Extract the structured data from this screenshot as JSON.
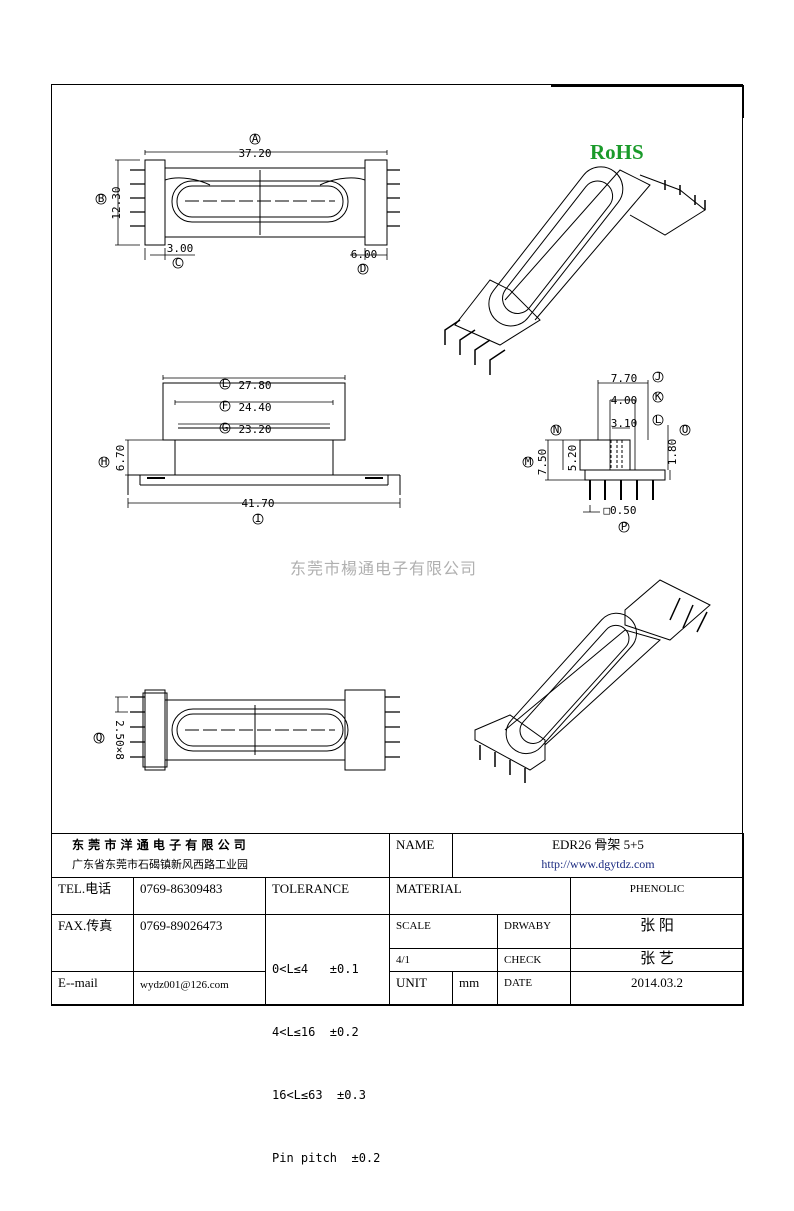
{
  "logo": "RoHS",
  "watermark": "东莞市楊通电子有限公司",
  "dimensions": {
    "A": "37.20",
    "B": "12.30",
    "C": "3.00",
    "D": "6.00",
    "E": "27.80",
    "F": "24.40",
    "G": "23.20",
    "H": "6.70",
    "I": "41.70",
    "J": "7.70",
    "K": "4.00",
    "L": "3.10",
    "M": "7.50",
    "N": "5.20",
    "O": "1.80",
    "P": "□0.50",
    "Q": "2.50×8"
  },
  "labels": {
    "A": "A",
    "B": "B",
    "C": "C",
    "D": "D",
    "E": "E",
    "F": "F",
    "G": "G",
    "H": "H",
    "I": "I",
    "J": "J",
    "K": "K",
    "L": "L",
    "M": "M",
    "N": "N",
    "O": "O",
    "P": "P",
    "Q": "Q"
  },
  "title_block": {
    "company": "东 莞 市 洋 通 电 子 有 限 公 司",
    "address": "广东省东莞市石碣镇新风西路工业园",
    "name_label": "NAME",
    "name_value": "EDR26 骨架 5+5",
    "website": "http://www.dgytdz.com",
    "tel_label": "TEL.电话",
    "tel_value": "0769-86309483",
    "tolerance_label": "TOLERANCE",
    "material_label": "MATERIAL",
    "material_value": "PHENOLIC",
    "fax_label": "FAX.传真",
    "fax_value": "0769-89026473",
    "tolerances": [
      "0<L≤4   ±0.1",
      "4<L≤16  ±0.2",
      "16<L≤63  ±0.3",
      "Pin pitch  ±0.2"
    ],
    "scale_label": "SCALE",
    "scale_value": "4/1",
    "drawn_by_label": "DRWABY",
    "drawn_by_value": "张 阳",
    "check_label": "CHECK",
    "check_value": "张 艺",
    "email_label": "E--mail",
    "email_value": "wydz001@126.com",
    "unit_label": "UNIT",
    "unit_value": "mm",
    "date_label": "DATE",
    "date_value": "2014.03.2"
  }
}
